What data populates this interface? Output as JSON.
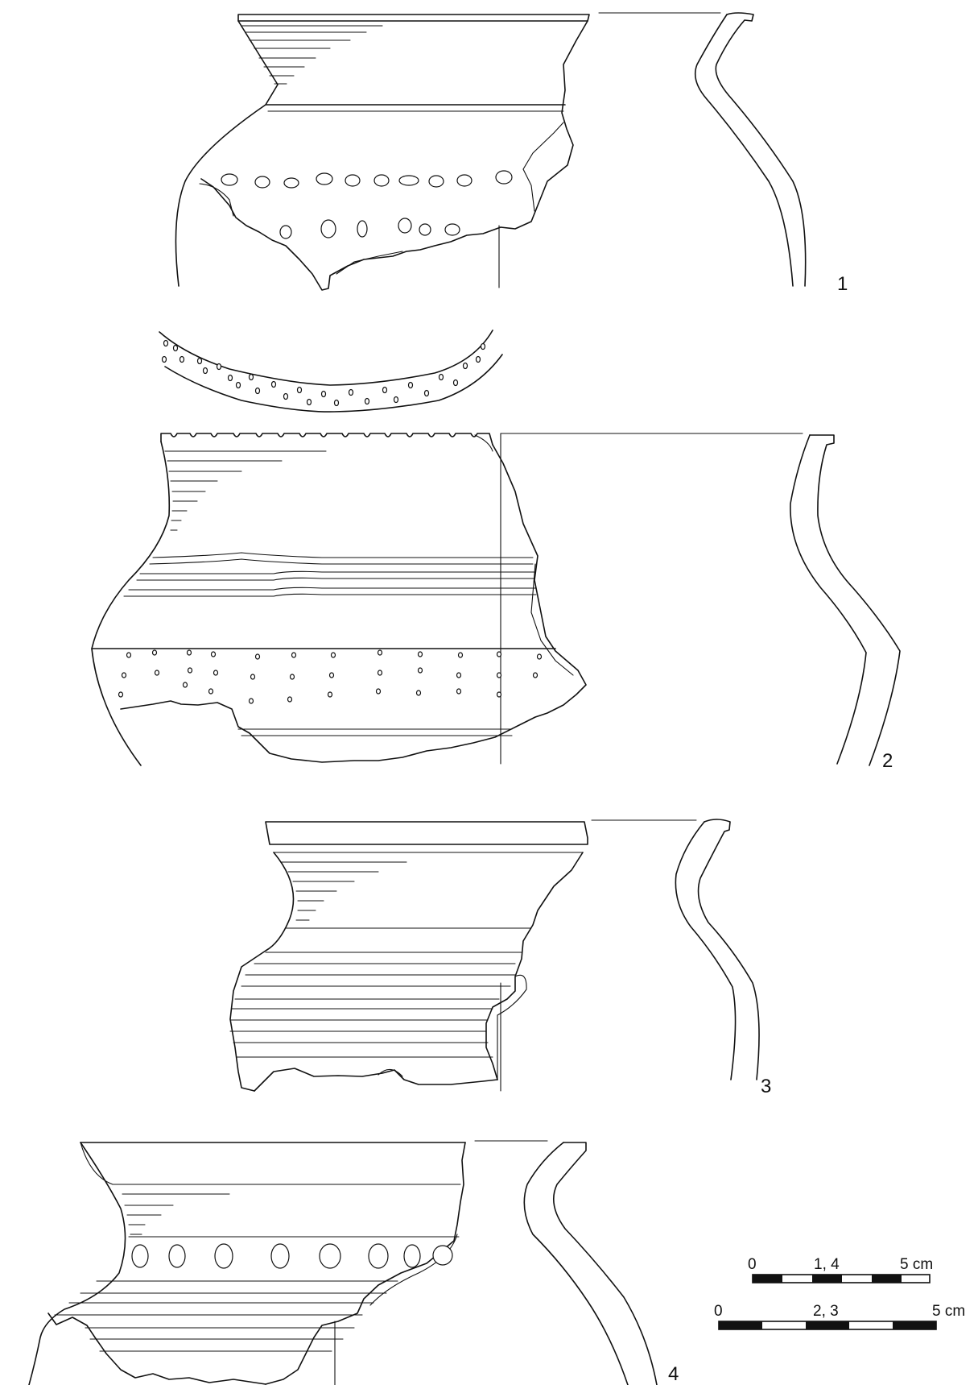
{
  "figures": [
    {
      "number": "1"
    },
    {
      "number": "2"
    },
    {
      "number": "3"
    },
    {
      "number": "4"
    }
  ],
  "scales": [
    {
      "start": "0",
      "mid": "1, 4",
      "end": "5 cm"
    },
    {
      "start": "0",
      "mid": "2, 3",
      "end": "5 cm"
    }
  ],
  "colors": {
    "ink": "#111111",
    "paper": "#ffffff"
  }
}
